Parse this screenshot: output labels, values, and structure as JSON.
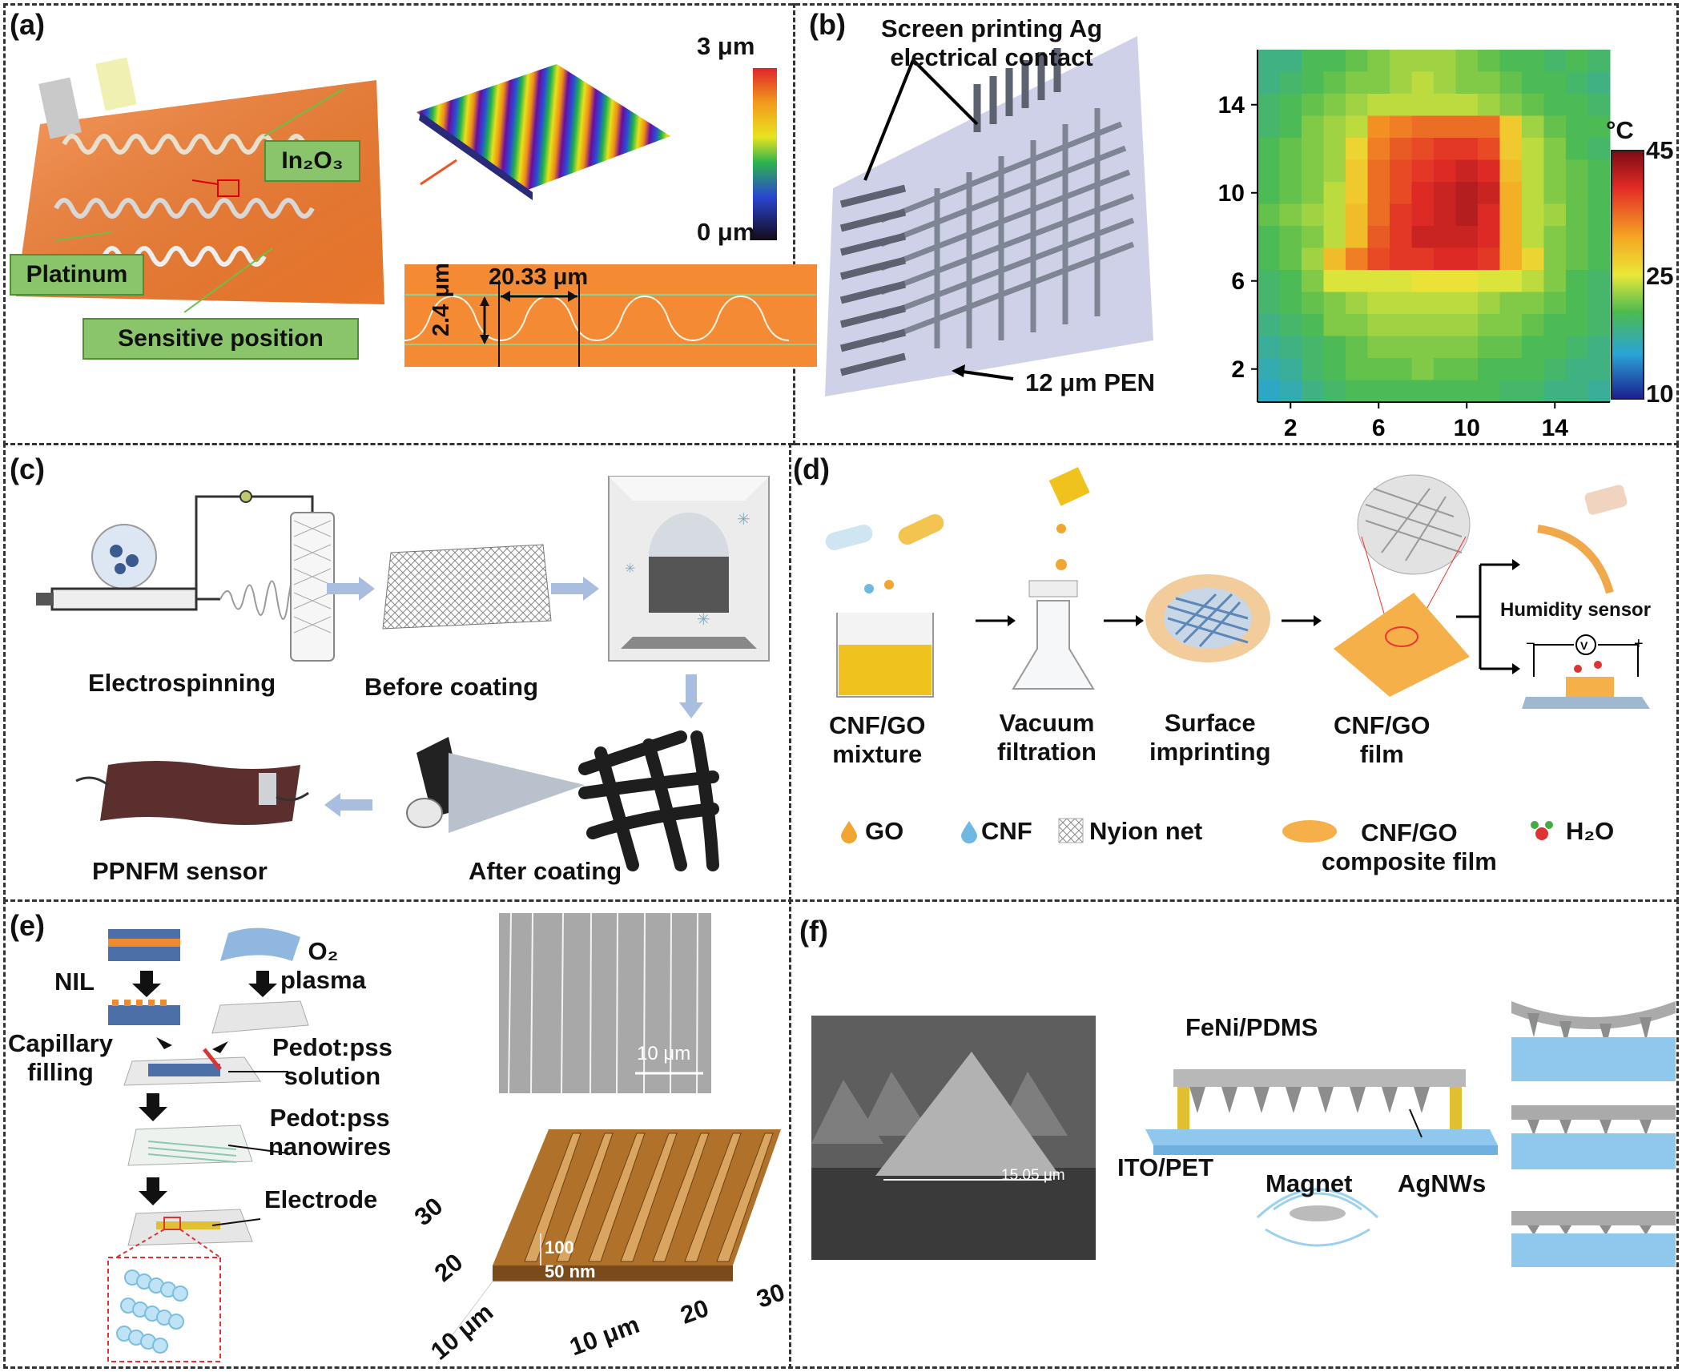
{
  "panels": {
    "a": {
      "label": "(a)",
      "in2o3": "In₂O₃",
      "platinum": "Platinum",
      "sensitive": "Sensitive position",
      "scale_top": "3 μm",
      "scale_bottom": "0 μm",
      "period": "20.33 μm",
      "height": "2.4 μm"
    },
    "b": {
      "label": "(b)",
      "contact": "Screen printing Ag\nelectrical contact",
      "pen": "12 μm PEN",
      "colorbar_unit": "°C",
      "colorbar_ticks": [
        "45",
        "25",
        "10"
      ]
    },
    "c": {
      "label": "(c)",
      "electrospinning": "Electrospinning",
      "before": "Before coating",
      "after": "After coating",
      "sensor": "PPNFM sensor"
    },
    "d": {
      "label": "(d)",
      "mixture": "CNF/GO\nmixture",
      "vacuum": "Vacuum\nfiltration",
      "imprint": "Surface\nimprinting",
      "film": "CNF/GO\nfilm",
      "humidity": "Humidity sensor",
      "legend_go": "GO",
      "legend_cnf": "CNF",
      "legend_net": "Nyion net",
      "legend_composite": "CNF/GO\ncomposite film",
      "legend_h2o": "H₂O"
    },
    "e": {
      "label": "(e)",
      "nil": "NIL",
      "o2": "O₂\nplasma",
      "capillary": "Capillary\nfilling",
      "solution": "Pedot:pss\nsolution",
      "nanowires": "Pedot:pss\nnanowires",
      "electrode": "Electrode",
      "sem_scale": "10 μm",
      "afm_z1": "100",
      "afm_z2": "50 nm",
      "afm_y": [
        "30",
        "20",
        "10 μm"
      ],
      "afm_x": [
        "10 μm",
        "20",
        "30"
      ]
    },
    "f": {
      "label": "(f)",
      "fenipdms": "FeNi/PDMS",
      "itopet": "ITO/PET",
      "magnet": "Magnet",
      "agnws": "AgNWs",
      "sem_measure": "15.05 μm"
    }
  },
  "chart_data": {
    "type": "heatmap",
    "xlabel": "",
    "ylabel": "",
    "x_ticks": [
      2,
      6,
      10,
      14
    ],
    "y_ticks": [
      14,
      10,
      6,
      2
    ],
    "xlim": [
      0.5,
      16.5
    ],
    "ylim": [
      0.5,
      16.5
    ],
    "colorbar": {
      "unit": "°C",
      "min": 10,
      "max": 45,
      "ticks": [
        45,
        25,
        10
      ]
    },
    "grid": {
      "rows": 16,
      "cols": 16,
      "values": [
        [
          20,
          20,
          22,
          22,
          23,
          24,
          25,
          25,
          25,
          24,
          23,
          22,
          22,
          21,
          22,
          21
        ],
        [
          20,
          21,
          22,
          23,
          24,
          24,
          25,
          26,
          25,
          24,
          24,
          23,
          22,
          22,
          21,
          20
        ],
        [
          21,
          22,
          23,
          24,
          25,
          26,
          26,
          26,
          26,
          26,
          25,
          24,
          23,
          22,
          22,
          21
        ],
        [
          21,
          22,
          24,
          25,
          26,
          34,
          35,
          36,
          36,
          36,
          36,
          30,
          25,
          23,
          22,
          22
        ],
        [
          22,
          23,
          24,
          25,
          29,
          35,
          37,
          38,
          39,
          39,
          38,
          30,
          26,
          24,
          22,
          21
        ],
        [
          22,
          23,
          24,
          25,
          30,
          36,
          38,
          39,
          40,
          41,
          40,
          31,
          26,
          24,
          23,
          22
        ],
        [
          22,
          23,
          24,
          26,
          30,
          36,
          38,
          40,
          41,
          42,
          41,
          32,
          26,
          24,
          23,
          22
        ],
        [
          23,
          24,
          25,
          26,
          31,
          36,
          39,
          40,
          41,
          42,
          40,
          32,
          26,
          25,
          23,
          22
        ],
        [
          22,
          23,
          24,
          26,
          31,
          37,
          39,
          41,
          41,
          41,
          40,
          32,
          26,
          24,
          23,
          22
        ],
        [
          22,
          23,
          25,
          31,
          35,
          38,
          39,
          39,
          40,
          40,
          39,
          32,
          29,
          24,
          23,
          22
        ],
        [
          21,
          22,
          24,
          27,
          27,
          27,
          27,
          28,
          28,
          28,
          27,
          27,
          26,
          24,
          22,
          21
        ],
        [
          21,
          22,
          23,
          24,
          25,
          26,
          26,
          26,
          26,
          26,
          25,
          24,
          24,
          23,
          22,
          21
        ],
        [
          20,
          21,
          22,
          24,
          24,
          25,
          25,
          25,
          25,
          25,
          24,
          24,
          23,
          22,
          22,
          21
        ],
        [
          19,
          20,
          21,
          22,
          23,
          24,
          24,
          24,
          24,
          24,
          23,
          23,
          22,
          22,
          21,
          20
        ],
        [
          18,
          19,
          21,
          22,
          23,
          23,
          23,
          24,
          23,
          23,
          22,
          22,
          22,
          21,
          20,
          20
        ],
        [
          17,
          18,
          20,
          21,
          22,
          22,
          22,
          22,
          22,
          22,
          22,
          21,
          21,
          20,
          20,
          19
        ]
      ]
    }
  }
}
